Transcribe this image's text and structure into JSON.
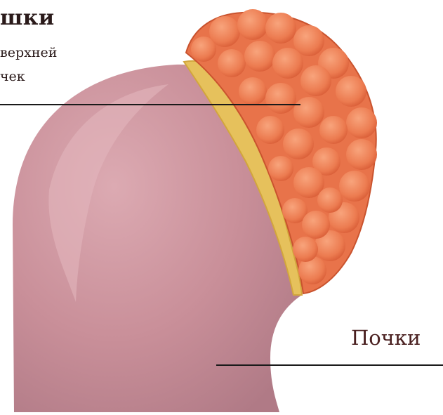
{
  "labels": {
    "adrenal_title": "шки",
    "adrenal_desc_line1": "верхней",
    "adrenal_desc_line2": "чек",
    "kidney": "Почки"
  },
  "colors": {
    "kidney": "#c98f99",
    "kidney_highlight": "#ddb0b6",
    "fat_layer": "#e6c15c",
    "adrenal_gland": "#e8734a",
    "adrenal_nodule": "#f08d63",
    "leader_line": "#1a1a1a"
  }
}
